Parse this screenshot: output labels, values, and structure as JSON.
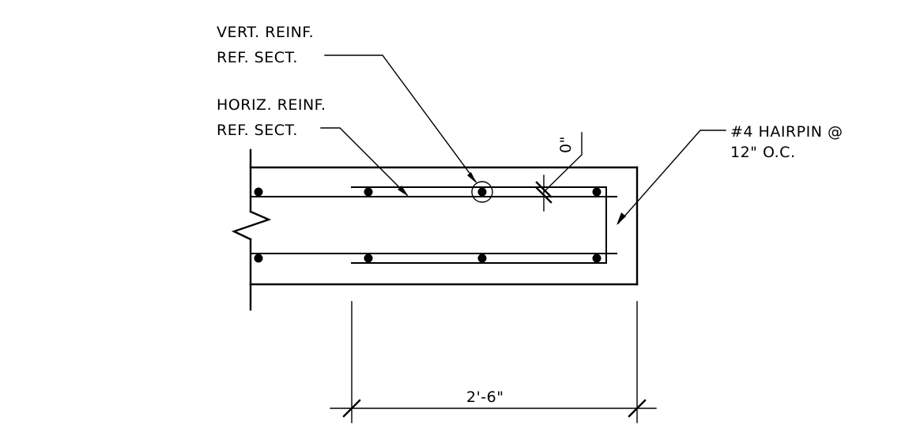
{
  "labels": {
    "vert_line1": "VERT. REINF.",
    "vert_line2": "REF. SECT.",
    "horiz_line1": "HORIZ. REINF.",
    "horiz_line2": "REF. SECT.",
    "cover": "0\"",
    "hairpin_line1": "#4 HAIRPIN @",
    "hairpin_line2": "12\" O.C.",
    "dimension": "2'-6\""
  }
}
